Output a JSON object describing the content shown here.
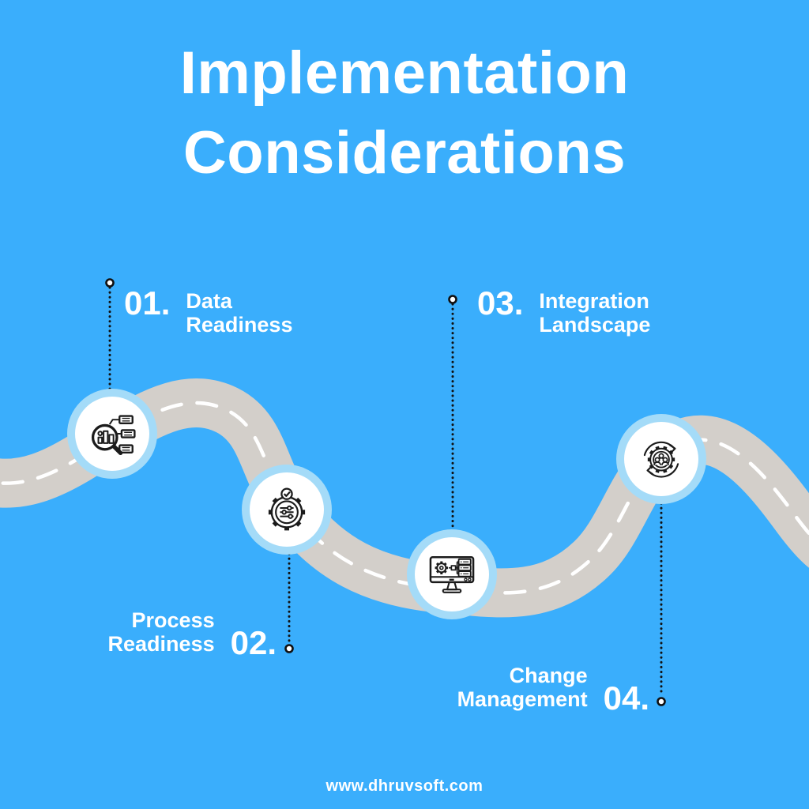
{
  "header": {
    "title_line1": "Implementation",
    "title_line2": "Considerations"
  },
  "milestones": [
    {
      "number": "01.",
      "label_line1": "Data",
      "label_line2": "Readiness",
      "icon": "magnifier-bar-chart-icon"
    },
    {
      "number": "02.",
      "label_line1": "Process",
      "label_line2": "Readiness",
      "icon": "gear-sliders-check-icon"
    },
    {
      "number": "03.",
      "label_line1": "Integration",
      "label_line2": "Landscape",
      "icon": "monitor-gear-servers-icon"
    },
    {
      "number": "04.",
      "label_line1": "Change",
      "label_line2": "Management",
      "icon": "gear-people-cycle-arrows-icon"
    }
  ],
  "footer": {
    "website": "www.dhruvsoft.com"
  },
  "colors": {
    "background": "#3AAEFC",
    "road": "#D3CFCA",
    "road_dash": "#FFFFFF",
    "node_ring": "#A4DBF8",
    "node_fill": "#FFFFFF",
    "text": "#FFFFFF",
    "icon_stroke": "#1B1B1B",
    "connector_dotted_line": "#111111"
  }
}
